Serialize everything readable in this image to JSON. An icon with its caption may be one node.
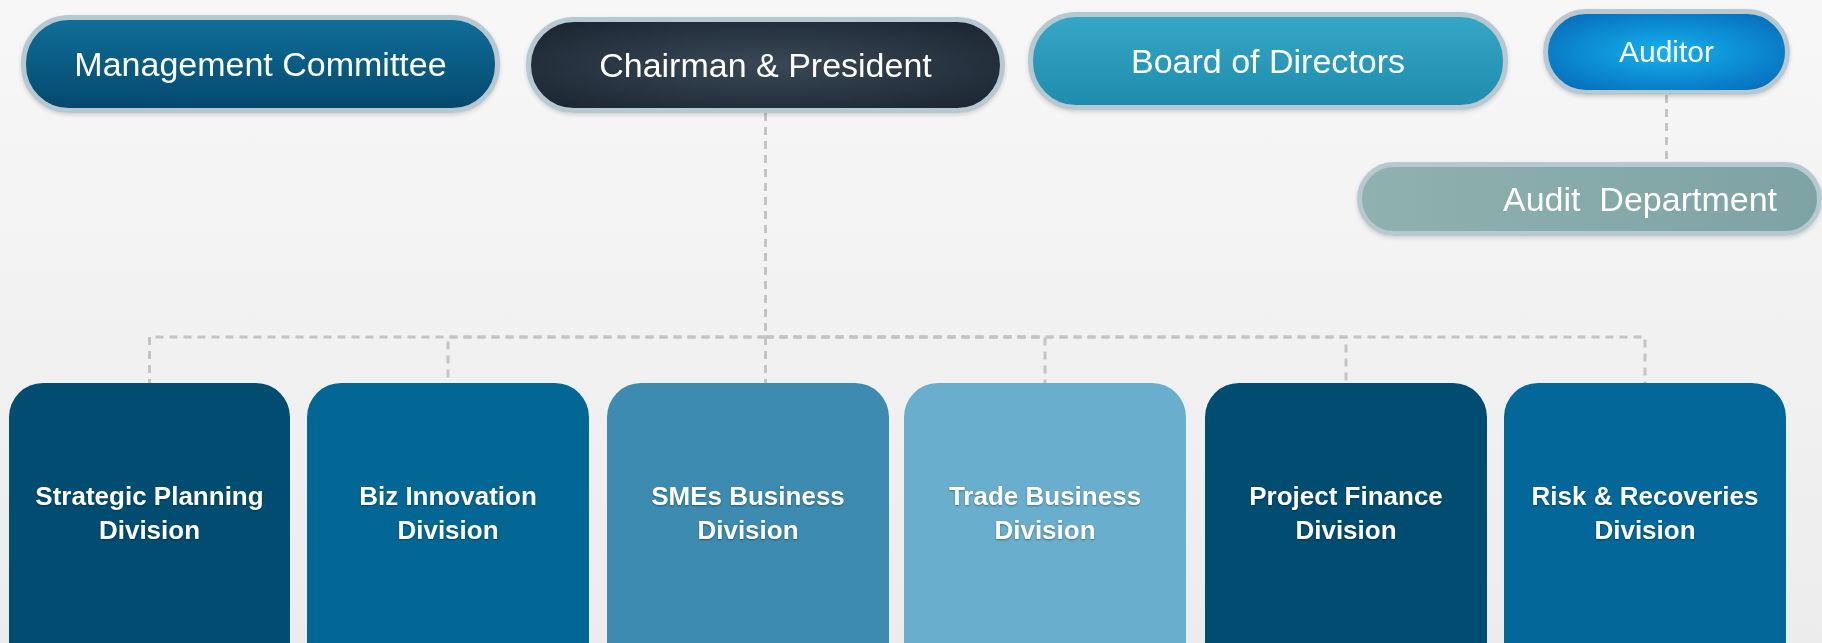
{
  "diagram": {
    "nodes": [
      {
        "text": [
          "Management Committee"
        ]
      },
      {
        "text": [
          "Chairman & President"
        ]
      },
      {
        "text": [
          "Board of Directors"
        ]
      },
      {
        "text": [
          "Auditor"
        ]
      },
      {
        "text": [
          "Audit  Department"
        ]
      },
      {
        "text": [
          "Strategic Planning Division"
        ]
      },
      {
        "text": [
          "Biz Innovation Division"
        ]
      },
      {
        "text": [
          "SMEs Business Division"
        ]
      },
      {
        "text": [
          "Trade Business Division"
        ]
      },
      {
        "text": [
          "Project Finance Division"
        ]
      },
      {
        "text": [
          "Risk & Recoveries Division"
        ]
      }
    ],
    "edges": [
      {
        "from": 1,
        "to": 5,
        "arrow": "none",
        "style": "dashed"
      },
      {
        "from": 1,
        "to": 6,
        "arrow": "none",
        "style": "dashed"
      },
      {
        "from": 1,
        "to": 7,
        "arrow": "none",
        "style": "dashed"
      },
      {
        "from": 1,
        "to": 8,
        "arrow": "none",
        "style": "dashed"
      },
      {
        "from": 1,
        "to": 9,
        "arrow": "none",
        "style": "dashed"
      },
      {
        "from": 1,
        "to": 10,
        "arrow": "none",
        "style": "dashed"
      },
      {
        "from": 3,
        "to": 4,
        "arrow": "none",
        "style": "dashed"
      }
    ]
  }
}
